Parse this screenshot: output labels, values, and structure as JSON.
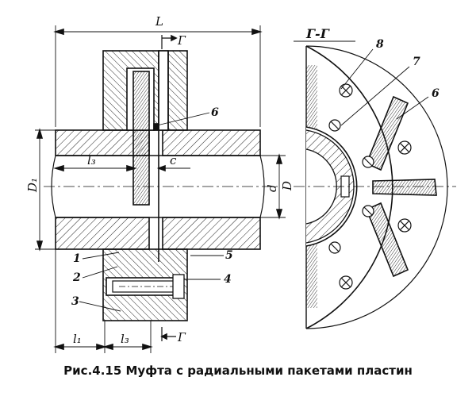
{
  "labels": {
    "L": "L",
    "section_mark": "Г",
    "section_title": "Г-Г",
    "D1": "D₁",
    "l3": "l₃",
    "c": "c",
    "d": "d",
    "D": "D",
    "l1": "l₁",
    "lz_bottom": "l₃"
  },
  "callouts": [
    "1",
    "2",
    "3",
    "4",
    "5",
    "6",
    "6",
    "7",
    "8"
  ],
  "caption": "Рис.4.15 Муфта с радиальными пакетами пластин"
}
